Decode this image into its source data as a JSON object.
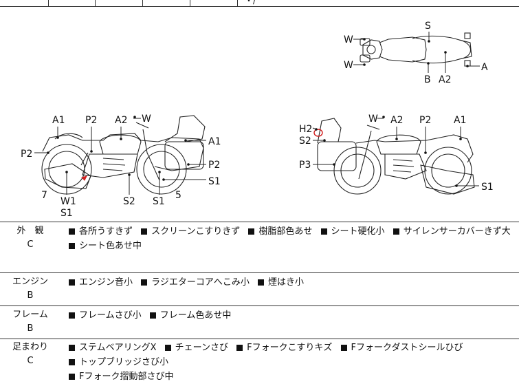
{
  "top_row": {
    "cells": [
      "",
      "",
      "",
      "",
      "",
      "",
      "・/"
    ]
  },
  "diagram": {
    "top_view_labels": {
      "S": "S",
      "W_upper": "W",
      "W_lower": "W",
      "A": "A",
      "B": "B",
      "A2": "A2"
    },
    "left_view_labels": {
      "A1_front": "A1",
      "P2_tank": "P2",
      "A2": "A2",
      "W_top": "W",
      "A1_rear": "A1",
      "P2_front": "P2",
      "P2_rear": "P2",
      "S1_rear": "S1",
      "n7": "7",
      "W1": "W1",
      "S1_low": "S1",
      "S2": "S2",
      "S1_mid": "S1",
      "n5": "5"
    },
    "right_view_labels": {
      "H2": "H2",
      "S2": "S2",
      "P3": "P3",
      "W": "W",
      "A2": "A2",
      "P2": "P2",
      "A1": "A1",
      "S1": "S1"
    }
  },
  "conditions": [
    {
      "category": "外　観",
      "grade": "C",
      "items": [
        "各所うすきず",
        "スクリーンこすりきず",
        "樹脂部色あせ",
        "シート硬化小",
        "サイレンサーカバーきず大",
        "シート色あせ中"
      ]
    },
    {
      "category": "エンジン",
      "grade": "B",
      "items": [
        "エンジン音小",
        "ラジエターコアへこみ小",
        "煙はき小"
      ]
    },
    {
      "category": "フレーム",
      "grade": "B",
      "items": [
        "フレームさび小",
        "フレーム色あせ中"
      ]
    },
    {
      "category": "足まわり",
      "grade": "C",
      "items": [
        "ステムベアリングX",
        "チェーンさび",
        "Fフォークこすりキズ",
        "Fフォークダストシールひび",
        "トップブリッジさび小",
        "Fフォーク摺動部さび中"
      ]
    }
  ],
  "colors": {
    "damage_mark": "#d22020",
    "line": "#333333"
  }
}
